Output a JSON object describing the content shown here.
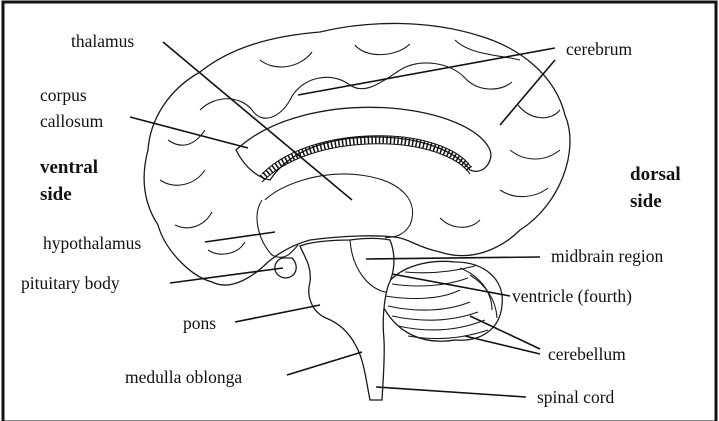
{
  "diagram": {
    "labels": {
      "thalamus": "thalamus",
      "cerebrum": "cerebrum",
      "corpus_callosum_line1": "corpus",
      "corpus_callosum_line2": "callosum",
      "hypothalamus": "hypothalamus",
      "pituitary_body": "pituitary body",
      "pons": "pons",
      "medulla_oblonga": "medulla oblonga",
      "midbrain_region": "midbrain region",
      "ventricle_fourth": "ventricle (fourth)",
      "cerebellum": "cerebellum",
      "spinal_cord": "spinal cord"
    },
    "sides": {
      "ventral_line1": "ventral",
      "ventral_line2": "side",
      "dorsal_line1": "dorsal",
      "dorsal_line2": "side"
    }
  }
}
